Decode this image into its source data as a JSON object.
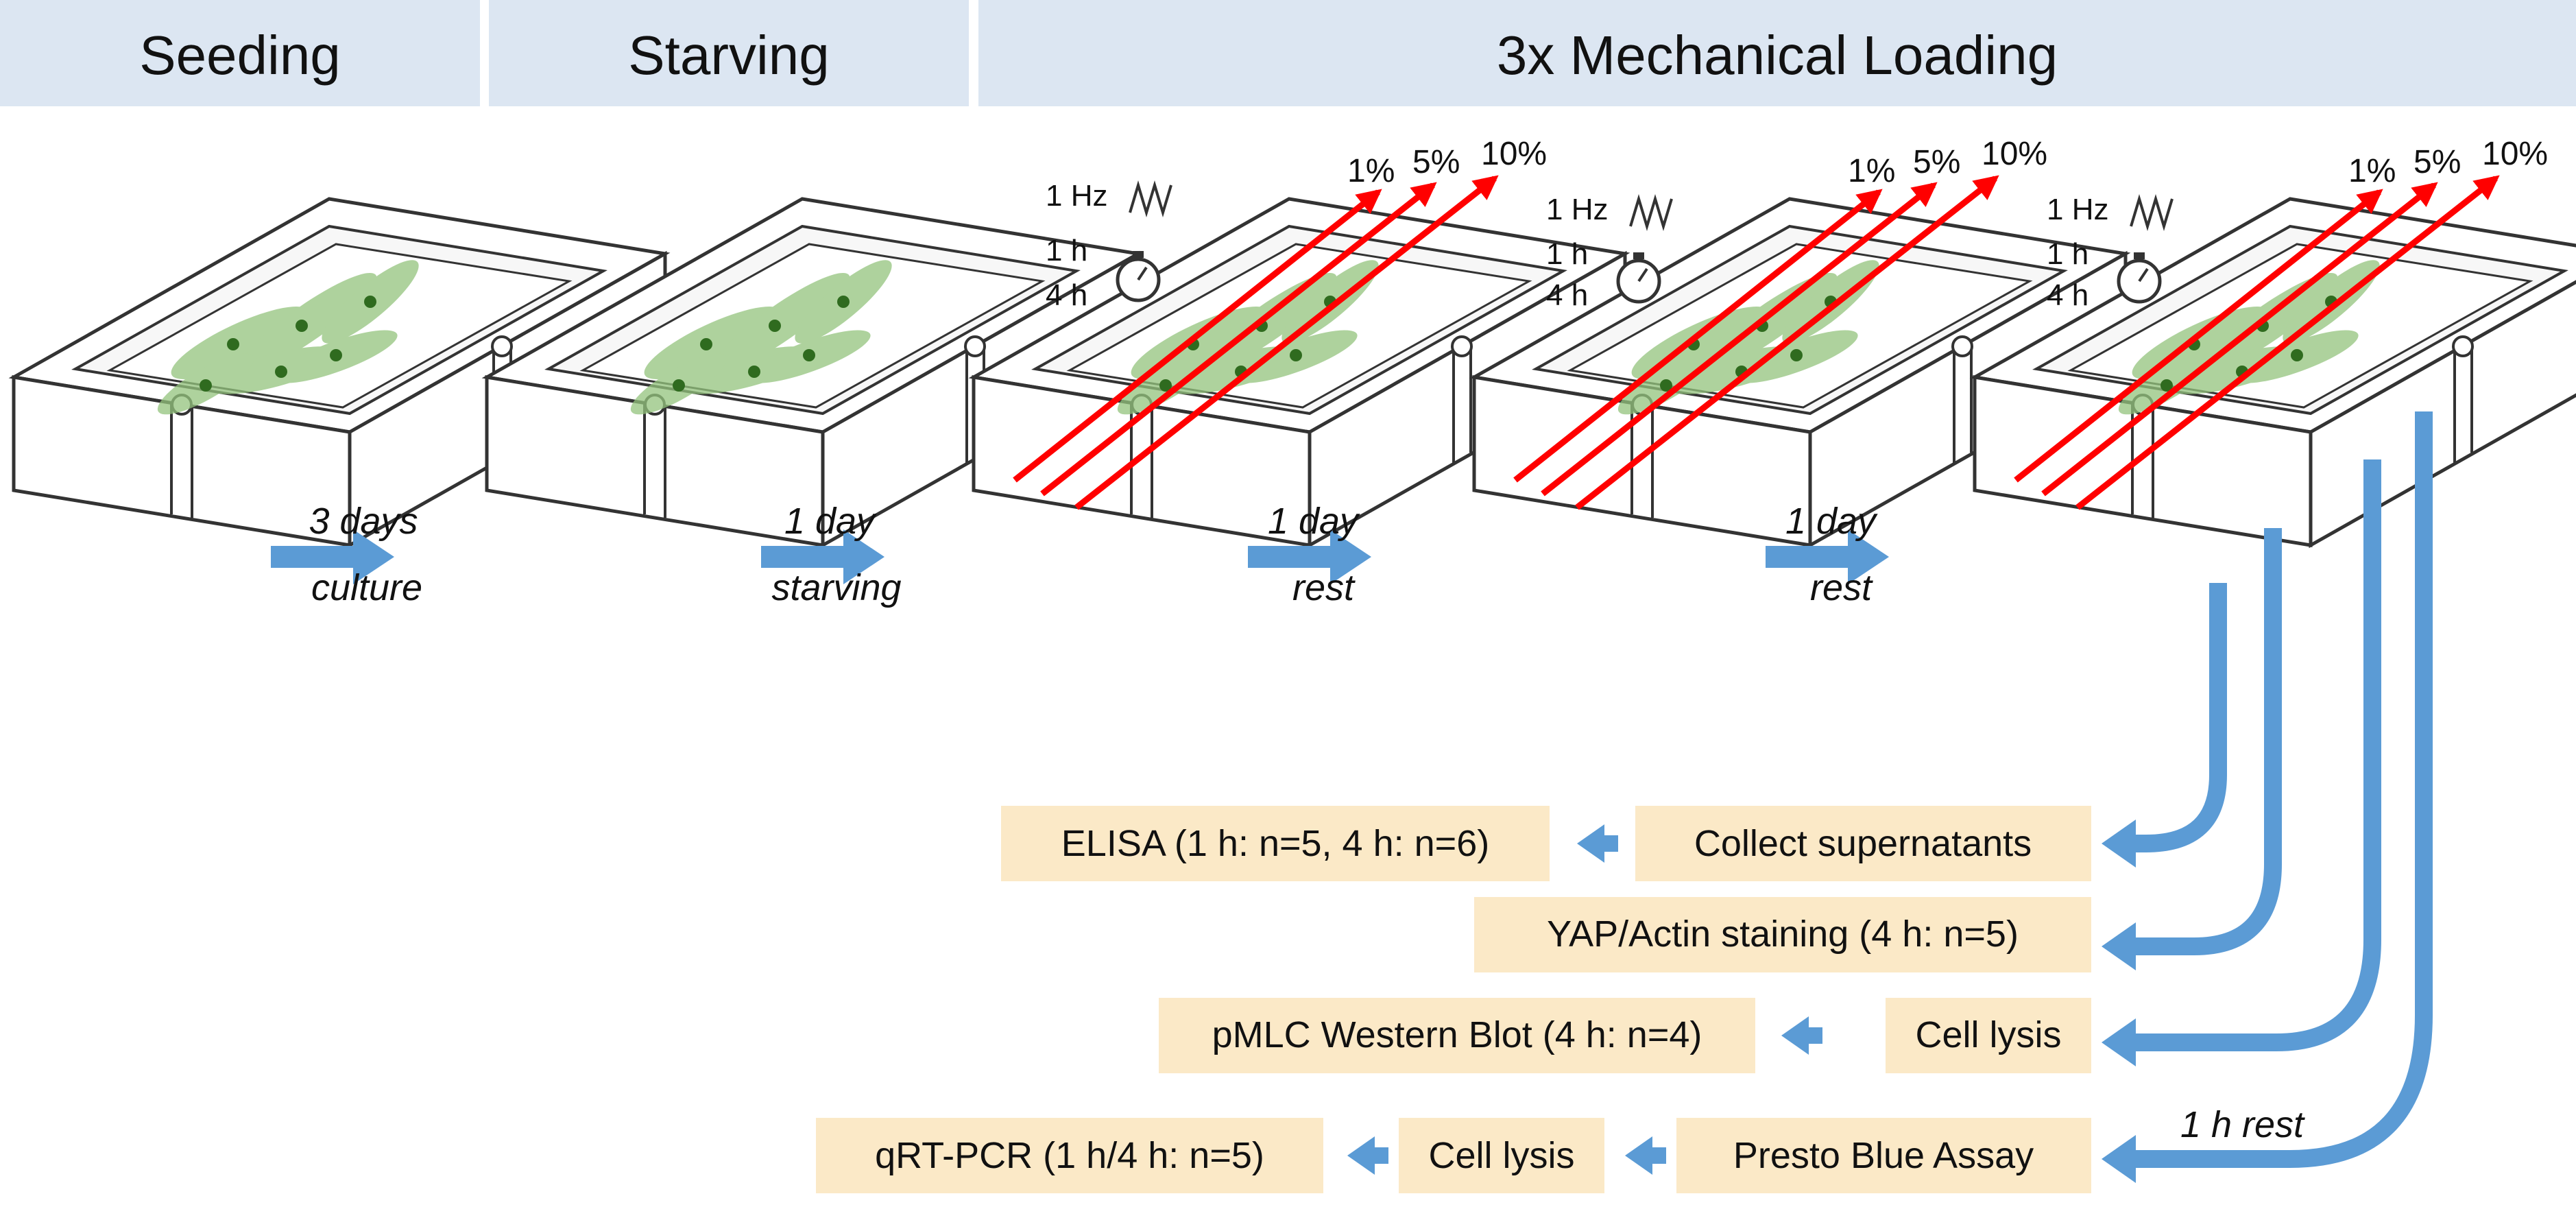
{
  "header": {
    "phases": [
      {
        "label": "Seeding"
      },
      {
        "label": "Starving"
      },
      {
        "label": "3x Mechanical Loading"
      }
    ]
  },
  "steps": [
    {
      "top": "3 days",
      "bottom": "culture"
    },
    {
      "top": "1 day",
      "bottom": "starving"
    },
    {
      "top": "1 day",
      "bottom": "rest"
    },
    {
      "top": "1 day",
      "bottom": "rest"
    }
  ],
  "loading": {
    "frequency": "1 Hz",
    "duration_1": "1 h",
    "duration_2": "4 h",
    "strains": [
      "1%",
      "5%",
      "10%"
    ]
  },
  "analysis": {
    "rest_label": "1 h rest",
    "elisa": "ELISA (1 h: n=5, 4 h: n=6)",
    "collect": "Collect supernatants",
    "yap": "YAP/Actin staining (4 h: n=5)",
    "pmlc": "pMLC Western Blot (4 h: n=4)",
    "lysis1": "Cell lysis",
    "qrt": "qRT-PCR (1 h/4 h: n=5)",
    "lysis2": "Cell lysis",
    "presto": "Presto Blue Assay"
  },
  "colors": {
    "header_bg": "#dce6f2",
    "arrow_blue": "#5b9bd5",
    "box_bg": "#fbe9c7",
    "strain_red": "#ff0000",
    "cell_green": "#93c47d"
  }
}
